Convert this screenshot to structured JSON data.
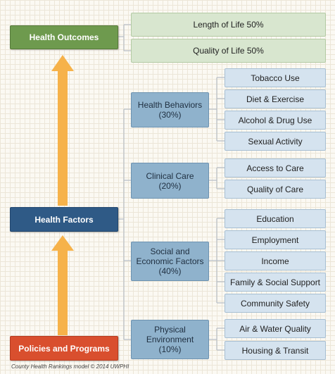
{
  "main_boxes": {
    "outcomes": "Health Outcomes",
    "factors": "Health Factors",
    "policies": "Policies and Programs"
  },
  "outcomes": [
    "Length of Life 50%",
    "Quality of Life 50%"
  ],
  "groups": {
    "behaviors": {
      "name": "Health Behaviors",
      "weight": "(30%)",
      "items": [
        "Tobacco Use",
        "Diet & Exercise",
        "Alcohol & Drug Use",
        "Sexual Activity"
      ]
    },
    "clinical": {
      "name": "Clinical Care",
      "weight": "(20%)",
      "items": [
        "Access to Care",
        "Quality of Care"
      ]
    },
    "social": {
      "name_line1": "Social and",
      "name_line2": "Economic Factors",
      "weight": "(40%)",
      "items": [
        "Education",
        "Employment",
        "Income",
        "Family & Social Support",
        "Community Safety"
      ]
    },
    "physical": {
      "name_line1": "Physical",
      "name_line2": "Environment",
      "weight": "(10%)",
      "items": [
        "Air & Water Quality",
        "Housing & Transit"
      ]
    }
  },
  "credit": "County Health Rankings model © 2014 UWPHI",
  "colors": {
    "outcomes_box": "#6e9a4e",
    "factors_box": "#2f5a86",
    "policies_box": "#d94f2e",
    "arrow": "#f6b24a",
    "connector": "#b8bfc6"
  }
}
